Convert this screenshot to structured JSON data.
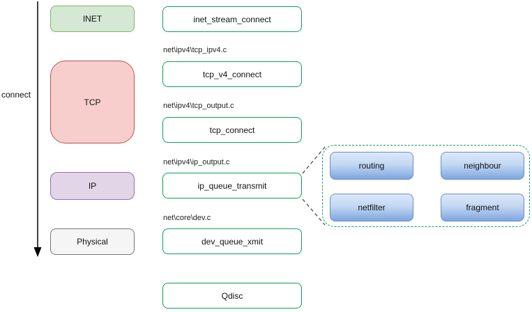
{
  "diagram": {
    "title_semantic": "linux-network-stack-connect-flow",
    "flow_label": "connect",
    "layers": [
      {
        "label": "INET"
      },
      {
        "label": "TCP"
      },
      {
        "label": "IP"
      },
      {
        "label": "Physical"
      }
    ],
    "functions": [
      {
        "label": "inet_stream_connect",
        "file": ""
      },
      {
        "label": "tcp_v4_connect",
        "file": "net\\ipv4\\tcp_ipv4.c"
      },
      {
        "label": "tcp_connect",
        "file": "net\\ipv4\\tcp_output.c"
      },
      {
        "label": "ip_queue_transmit",
        "file": "net\\ipv4\\ip_output.c"
      },
      {
        "label": "dev_queue_xmit",
        "file": "net\\core\\dev.c"
      },
      {
        "label": "Qdisc",
        "file": ""
      }
    ],
    "detail_items": [
      {
        "label": "routing"
      },
      {
        "label": "neighbour"
      },
      {
        "label": "netfilter"
      },
      {
        "label": "fragment"
      }
    ],
    "colors": {
      "function_border_green": "#0aa15a",
      "detail_dashed_green": "#0aa15a",
      "layer_inet_fill": "#d5e8d4",
      "layer_inet_border": "#82b366",
      "layer_tcp_fill": "#f8cecc",
      "layer_tcp_border": "#b85450",
      "layer_ip_fill": "#e1d5e7",
      "layer_ip_border": "#9673a6",
      "layer_physical_fill": "#f5f5f5",
      "layer_physical_border": "#777777",
      "detail_node_fill_top": "#dce9fb",
      "detail_node_fill_bottom": "#7ea6e0",
      "detail_node_border": "#6c8ebf",
      "arrow_color": "#000000"
    }
  }
}
